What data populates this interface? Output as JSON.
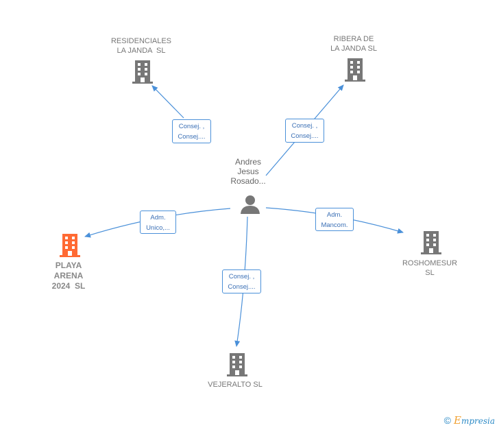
{
  "center": {
    "name_lines": [
      "Andres",
      "Jesus",
      "Rosado..."
    ],
    "icon": "person-icon"
  },
  "companies": [
    {
      "id": "residenciales",
      "lines": [
        "RESIDENCIALES",
        "LA JANDA  SL"
      ],
      "icon": "building-icon",
      "color": "#777777"
    },
    {
      "id": "ribera",
      "lines": [
        "RIBERA DE",
        "LA JANDA SL"
      ],
      "icon": "building-icon",
      "color": "#777777"
    },
    {
      "id": "playa",
      "lines": [
        "PLAYA",
        "ARENA",
        "2024  SL"
      ],
      "icon": "building-icon",
      "color": "#ff6a33"
    },
    {
      "id": "roshomesur",
      "lines": [
        "ROSHOMESUR",
        "SL"
      ],
      "icon": "building-icon",
      "color": "#777777"
    },
    {
      "id": "vejeralto",
      "lines": [
        "VEJERALTO SL"
      ],
      "icon": "building-icon",
      "color": "#777777"
    }
  ],
  "relations": [
    {
      "target": "residenciales",
      "lines": [
        "Consej. ,",
        "Consej...."
      ]
    },
    {
      "target": "ribera",
      "lines": [
        "Consej. ,",
        "Consej...."
      ]
    },
    {
      "target": "playa",
      "lines": [
        "Adm.",
        "Unico,..."
      ]
    },
    {
      "target": "roshomesur",
      "lines": [
        "Adm.",
        "Mancom."
      ]
    },
    {
      "target": "vejeralto",
      "lines": [
        "Consej. ,",
        "Consej...."
      ]
    }
  ],
  "colors": {
    "edge": "#4a90d9",
    "building": "#777777",
    "highlight": "#ff6a33",
    "person": "#777777"
  },
  "watermark": {
    "symbol": "©",
    "brand_first": "E",
    "brand_rest": "mpresia"
  }
}
